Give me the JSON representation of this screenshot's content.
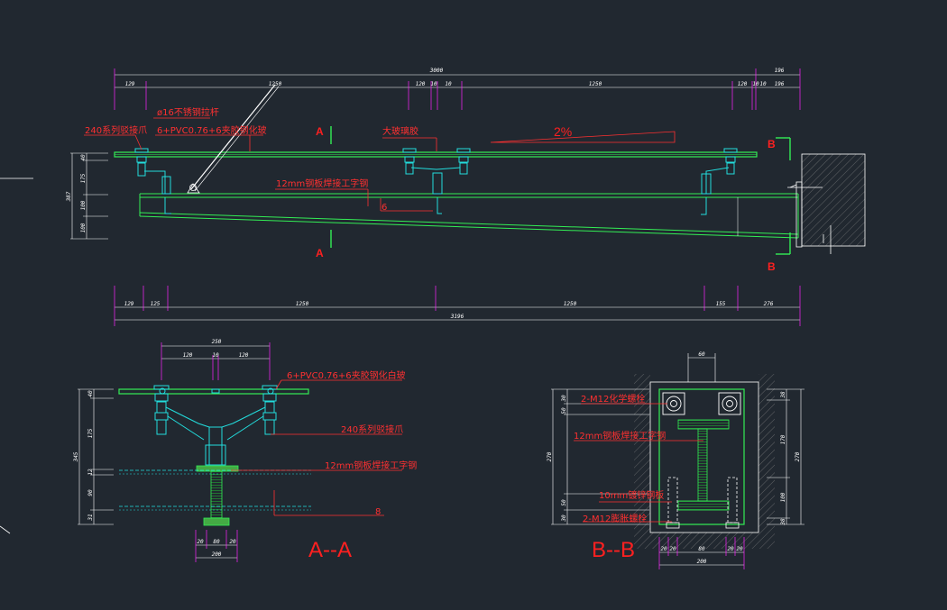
{
  "colors": {
    "background": "#212830",
    "line": "#ffffff",
    "glass": "#33ee55",
    "steel": "#22dddd",
    "annotation": "#ff3030",
    "dim_tick": "#ff22ff"
  },
  "elevation": {
    "top_dims": {
      "total": "3000",
      "right": "196",
      "segments": [
        "129",
        "1250",
        "120",
        "10",
        "10",
        "1250",
        "120",
        "10",
        "10",
        "196"
      ]
    },
    "bottom_dims": {
      "total": "3196",
      "segments": [
        "129",
        "125",
        "1250",
        "1250",
        "155",
        "276"
      ]
    },
    "left_dims": [
      "40",
      "175",
      "387",
      "100",
      "100"
    ],
    "labels": {
      "rod": "ø16不锈钢拉杆",
      "claw": "240系列驳接爪",
      "glass": "6+PVC0.76+6夹胶钢化玻",
      "sealant": "大玻璃胶",
      "beam": "12mm钢板焊接工字钢",
      "beam_code": "6",
      "slope": "2%"
    },
    "section_marks": {
      "a": "A",
      "b": "B"
    }
  },
  "section_aa": {
    "title": "A--A",
    "top_dims": {
      "total": "250",
      "segments": [
        "120",
        "10",
        "120"
      ]
    },
    "left_dims": {
      "total": "345",
      "segments": [
        "40",
        "175",
        "12",
        "90",
        "31"
      ]
    },
    "bottom_dims": {
      "total": "200",
      "segments": [
        "20",
        "80",
        "20"
      ]
    },
    "labels": {
      "glass": "6+PVC0.76+6夹胶钢化白玻",
      "claw": "240系列驳接爪",
      "beam": "12mm钢板焊接工字钢",
      "beam_code": "8"
    }
  },
  "section_bb": {
    "title": "B--B",
    "top_dims": {
      "total": "60"
    },
    "left_dims": {
      "total": "270",
      "segments": [
        "30",
        "50",
        "50",
        "30"
      ]
    },
    "right_dims": {
      "total": "270",
      "segments": [
        "38",
        "170",
        "100",
        "38"
      ]
    },
    "bottom_dims": {
      "total": "200",
      "segments": [
        "20",
        "20",
        "80",
        "20",
        "20"
      ]
    },
    "labels": {
      "chem_bolt": "2-M12化学螺栓",
      "beam": "12mm钢板焊接工字钢",
      "plate": "10mm镀锌钢板",
      "expansion_bolt": "2-M12膨胀螺栓"
    }
  }
}
